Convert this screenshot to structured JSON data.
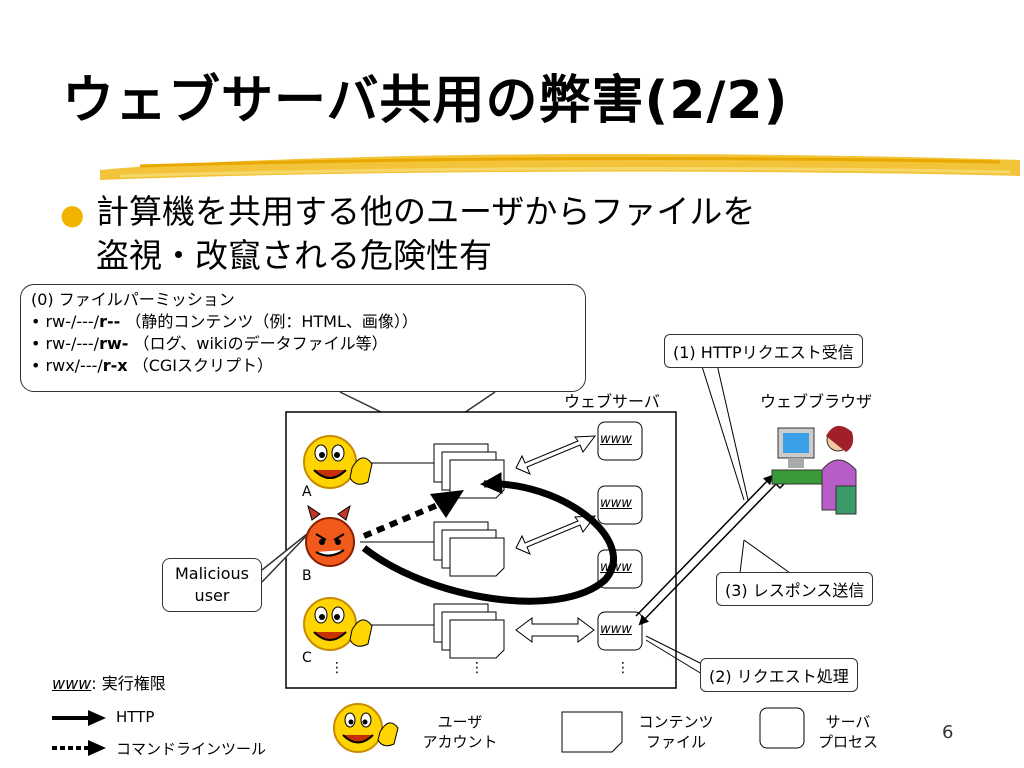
{
  "slide": {
    "title": "ウェブサーバ共用の弊害(2/2)",
    "bullet_line1": "計算機を共用する他のユーザからファイルを",
    "bullet_line2": "盗視・改竄される危険性有",
    "page_number": "6"
  },
  "permissions": {
    "heading": "(0) ファイルパーミッション",
    "items": [
      {
        "prefix": "rw-/---/",
        "bold": "r--",
        "desc": "（静的コンテンツ（例：HTML、画像））"
      },
      {
        "prefix": "rw-/---/",
        "bold": "rw-",
        "desc": "（ログ、wikiのデータファイル等）"
      },
      {
        "prefix": "rwx/---/",
        "bold": "r-x",
        "desc": "（CGIスクリプト）"
      }
    ]
  },
  "diagram": {
    "server_label": "ウェブサーバ",
    "browser_label": "ウェブブラウザ",
    "step1": "(1) HTTPリクエスト受信",
    "step2": "(2) リクエスト処理",
    "step3": "(3) レスポンス送信",
    "malicious_line1": "Malicious",
    "malicious_line2": "user",
    "user_a": "A",
    "user_b": "B",
    "user_c": "C",
    "www": "www",
    "dots": "⋮"
  },
  "legend": {
    "www_term": "www",
    "www_desc": ": 実行権限",
    "http": "HTTP",
    "cmd": "コマンドラインツール",
    "account_line1": "ユーザ",
    "account_line2": "アカウント",
    "content_line1": "コンテンツ",
    "content_line2": "ファイル",
    "process_line1": "サーバ",
    "process_line2": "プロセス"
  },
  "colors": {
    "accent_brush": "#f2c12e",
    "smiley_fill": "#ffd400",
    "evil_fill": "#f05a1a",
    "bullet": "#f0b400"
  }
}
